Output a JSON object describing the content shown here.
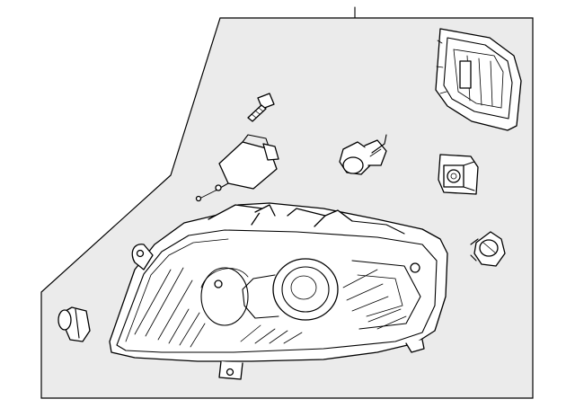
{
  "diagram": {
    "parts": [
      {
        "name": "headlamp-assembly"
      },
      {
        "name": "ballast-control-unit"
      },
      {
        "name": "adjusting-screw"
      },
      {
        "name": "leveling-motor"
      },
      {
        "name": "bulb-socket-upper"
      },
      {
        "name": "module-socket"
      },
      {
        "name": "bulb-socket-side"
      },
      {
        "name": "cap-connector"
      }
    ]
  }
}
